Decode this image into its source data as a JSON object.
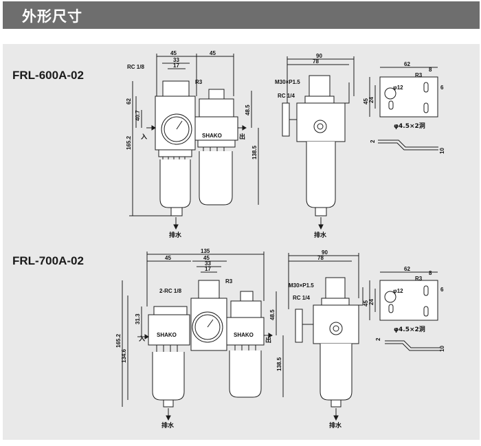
{
  "header": {
    "title": "外形尺寸"
  },
  "models": [
    {
      "name": "FRL-600A-02",
      "front": {
        "top_dims": [
          "45",
          "33",
          "17",
          "45"
        ],
        "port_label": "RC 1/8",
        "radius": "R3",
        "left_dims": [
          "62",
          "40.7",
          "165.2"
        ],
        "right_dims": [
          "48.5",
          "138.5"
        ],
        "brand": "SHAKO",
        "inlet": "入",
        "outlet": "出",
        "drain": "排水"
      },
      "side": {
        "dims": [
          "90",
          "78"
        ],
        "thread": "M30×P1.5",
        "port": "RC 1/4",
        "drain": "排水"
      },
      "bracket": {
        "dims": [
          "62",
          "8",
          "6",
          "45",
          "24",
          "R3",
          "φ12",
          "φ4.5×2洞",
          "2",
          "10"
        ]
      }
    },
    {
      "name": "FRL-700A-02",
      "front": {
        "top_dims": [
          "135",
          "45",
          "45",
          "33",
          "17"
        ],
        "port_label": "2-RC 1/8",
        "radius": "R3",
        "left_dims": [
          "31.3",
          "165.2",
          "134.6"
        ],
        "right_dims": [
          "48.5",
          "138.5"
        ],
        "brand": "SHAKO",
        "inlet": "入",
        "outlet": "出",
        "drain": "排水"
      },
      "side": {
        "dims": [
          "90",
          "78"
        ],
        "thread": "M30×P1.5",
        "port": "RC 1/4",
        "drain": "排水"
      },
      "bracket": {
        "dims": [
          "62",
          "8",
          "6",
          "45",
          "24",
          "R3",
          "φ12",
          "φ4.5×2洞",
          "2",
          "10"
        ]
      }
    }
  ]
}
